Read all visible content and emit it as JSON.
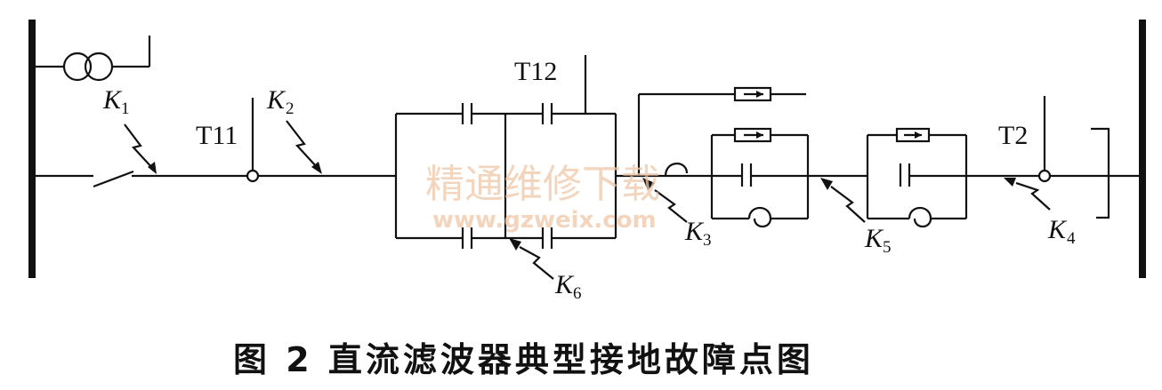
{
  "labels": {
    "t11": "T11",
    "t12": "T12",
    "t2": "T2"
  },
  "faults": [
    {
      "id": "k1",
      "letter": "K",
      "sub": "1"
    },
    {
      "id": "k2",
      "letter": "K",
      "sub": "2"
    },
    {
      "id": "k3",
      "letter": "K",
      "sub": "3"
    },
    {
      "id": "k4",
      "letter": "K",
      "sub": "4"
    },
    {
      "id": "k5",
      "letter": "K",
      "sub": "5"
    },
    {
      "id": "k6",
      "letter": "K",
      "sub": "6"
    }
  ],
  "watermark": {
    "cn": "精通维修下载",
    "url": "www.gzweix.com"
  },
  "caption": "图 2   直流滤波器典型接地故障点图"
}
